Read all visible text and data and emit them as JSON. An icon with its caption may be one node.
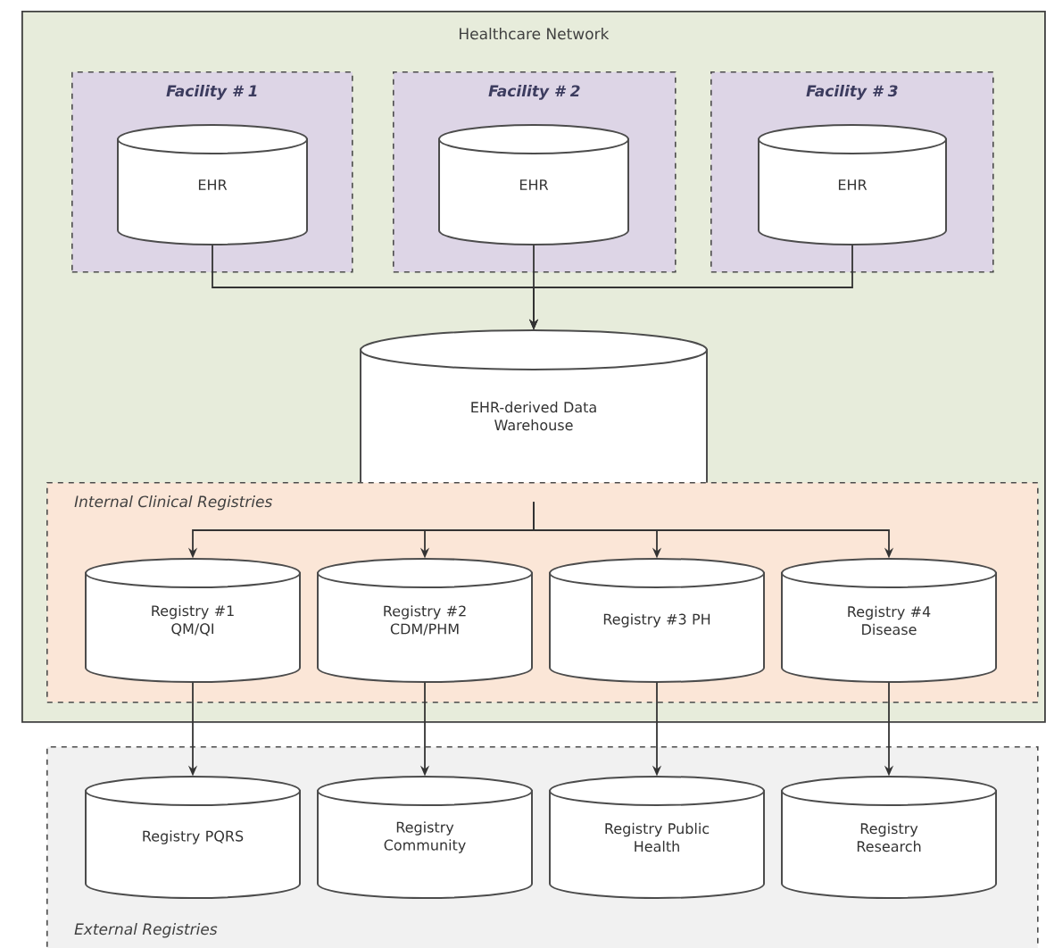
{
  "diagram": {
    "nodes": [
      {
        "text": [
          "Healthcare Network"
        ]
      },
      {
        "text": [
          "Facility # 1"
        ],
        "in": 0
      },
      {
        "text": [
          "EHR"
        ],
        "in": 1
      },
      {
        "text": [
          "Facility # 2"
        ],
        "in": 0
      },
      {
        "text": [
          "EHR"
        ],
        "in": 3
      },
      {
        "text": [
          "Facility # 3"
        ],
        "in": 0
      },
      {
        "text": [
          "EHR"
        ],
        "in": 5
      },
      {
        "text": [
          "EHR-derived Data Warehouse"
        ],
        "in": 0
      },
      {
        "text": [
          "Internal Clinical Registries"
        ],
        "in": 0
      },
      {
        "text": [
          "Registry #1 QM/QI"
        ],
        "in": 8
      },
      {
        "text": [
          "Registry #2 CDM/PHM"
        ],
        "in": 8
      },
      {
        "text": [
          "Registry #3 PH"
        ],
        "in": 8
      },
      {
        "text": [
          "Registry #4 Disease"
        ],
        "in": 8
      },
      {
        "text": [
          "External Registries"
        ]
      },
      {
        "text": [
          "Registry PQRS"
        ],
        "in": 13
      },
      {
        "text": [
          "Registry Community"
        ],
        "in": 13
      },
      {
        "text": [
          "Registry Public Health"
        ],
        "in": 13
      },
      {
        "text": [
          "Registry Research"
        ],
        "in": 13
      }
    ],
    "edges": [
      {
        "from": 2,
        "to": 7,
        "arrow": "to"
      },
      {
        "from": 4,
        "to": 7,
        "arrow": "to"
      },
      {
        "from": 6,
        "to": 7,
        "arrow": "to"
      },
      {
        "from": 7,
        "to": 9,
        "arrow": "to"
      },
      {
        "from": 7,
        "to": 10,
        "arrow": "to"
      },
      {
        "from": 7,
        "to": 11,
        "arrow": "to"
      },
      {
        "from": 7,
        "to": 12,
        "arrow": "to"
      },
      {
        "from": 9,
        "to": 14,
        "arrow": "to"
      },
      {
        "from": 10,
        "to": 15,
        "arrow": "to"
      },
      {
        "from": 11,
        "to": 16,
        "arrow": "to"
      },
      {
        "from": 12,
        "to": 17,
        "arrow": "to"
      }
    ]
  }
}
